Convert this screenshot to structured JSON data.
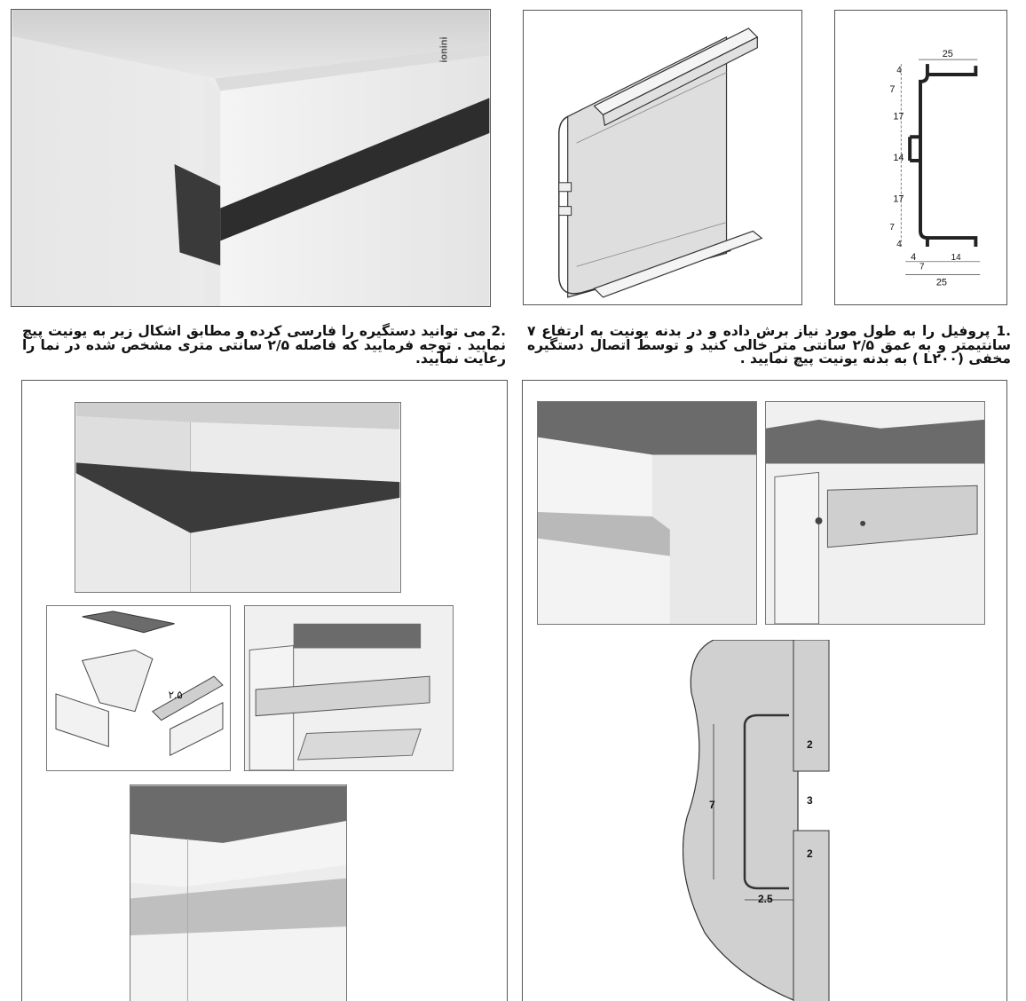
{
  "captions": {
    "step1": ".1 پروفیل را به طول مورد نیاز برش داده و در بدنه یونیت به ارتفاع ۷ سانتیمتر و به عمق ۲/۵ سانتی متر خالی کنید و توسط اتصال دستگیره مخفی (L۲۰۰ ) به بدنه یونیت پیچ نمایید .",
    "step2": ".2 می توانید دستگیره را فارسی کرده و مطابق اشکال زیر به یونیت پیچ نمایید . توجه فرمایید که فاصله ۲/۵ سانتی متری مشخص شده در نما را رعایت نمایید."
  },
  "photo": {
    "brand": "ionini"
  },
  "profile_dims": {
    "top_width": "25",
    "left": [
      "4",
      "7",
      "17",
      "14",
      "17",
      "7",
      "4"
    ],
    "bottom_left": "4",
    "bottom_mid": "7",
    "bottom_right": "14",
    "bottom_total": "25"
  },
  "assembly_label": "۲.۵",
  "section_dims": {
    "height": "7",
    "gap_top": "2",
    "gap_mid": "3",
    "gap_bottom": "2",
    "depth": "2.5"
  },
  "colors": {
    "worktop": "#6b6b6b",
    "panel": "#ececec",
    "profile": "#d4d4d4",
    "section": "#d0d0d0"
  }
}
